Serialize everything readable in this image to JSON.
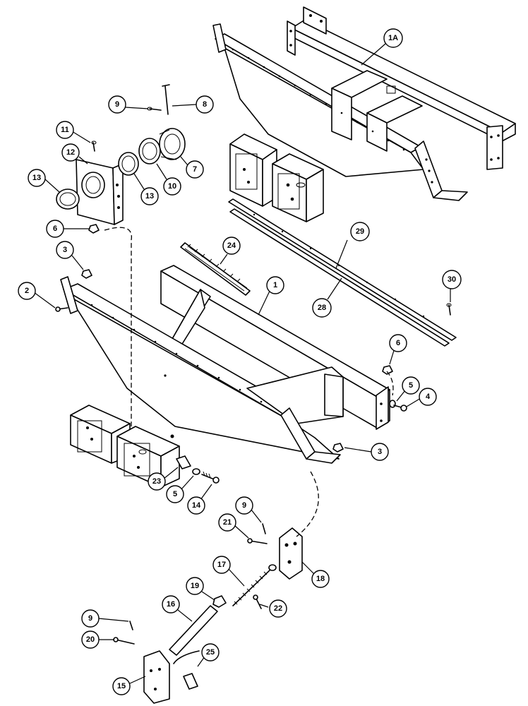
{
  "diagram": {
    "callouts": [
      {
        "id": "c-1A",
        "label": "1A"
      },
      {
        "id": "c-9a",
        "label": "9"
      },
      {
        "id": "c-8",
        "label": "8"
      },
      {
        "id": "c-11",
        "label": "11"
      },
      {
        "id": "c-12",
        "label": "12"
      },
      {
        "id": "c-7",
        "label": "7"
      },
      {
        "id": "c-13a",
        "label": "13"
      },
      {
        "id": "c-13b",
        "label": "13"
      },
      {
        "id": "c-10",
        "label": "10"
      },
      {
        "id": "c-6a",
        "label": "6"
      },
      {
        "id": "c-3a",
        "label": "3"
      },
      {
        "id": "c-24",
        "label": "24"
      },
      {
        "id": "c-29",
        "label": "29"
      },
      {
        "id": "c-1",
        "label": "1"
      },
      {
        "id": "c-2",
        "label": "2"
      },
      {
        "id": "c-30",
        "label": "30"
      },
      {
        "id": "c-28",
        "label": "28"
      },
      {
        "id": "c-6b",
        "label": "6"
      },
      {
        "id": "c-5a",
        "label": "5"
      },
      {
        "id": "c-4",
        "label": "4"
      },
      {
        "id": "c-3b",
        "label": "3"
      },
      {
        "id": "c-23",
        "label": "23"
      },
      {
        "id": "c-5b",
        "label": "5"
      },
      {
        "id": "c-14",
        "label": "14"
      },
      {
        "id": "c-9b",
        "label": "9"
      },
      {
        "id": "c-21",
        "label": "21"
      },
      {
        "id": "c-17",
        "label": "17"
      },
      {
        "id": "c-18",
        "label": "18"
      },
      {
        "id": "c-19",
        "label": "19"
      },
      {
        "id": "c-16",
        "label": "16"
      },
      {
        "id": "c-22",
        "label": "22"
      },
      {
        "id": "c-9c",
        "label": "9"
      },
      {
        "id": "c-20",
        "label": "20"
      },
      {
        "id": "c-25",
        "label": "25"
      },
      {
        "id": "c-15",
        "label": "15"
      }
    ]
  }
}
